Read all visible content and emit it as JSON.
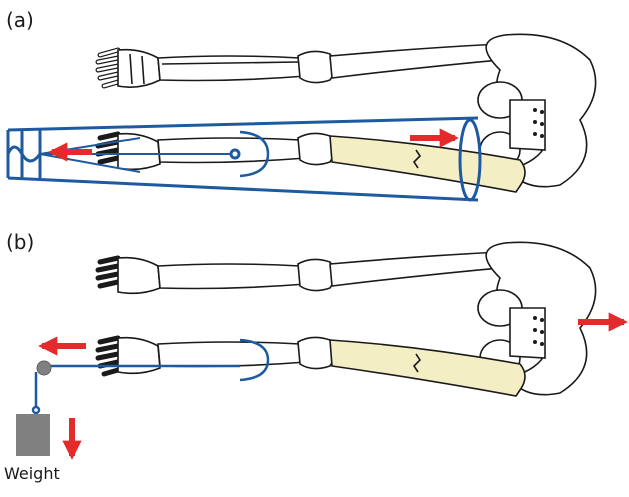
{
  "labels": {
    "panel_a": "(a)",
    "panel_b": "(b)",
    "weight": "Weight"
  },
  "colors": {
    "bone_outline": "#1a1a1a",
    "bone_fill": "#ffffff",
    "femur_fill": "#f3eec4",
    "apparatus": "#1e5aa0",
    "arrow": "#e32b2b",
    "weight_block": "#808080"
  }
}
